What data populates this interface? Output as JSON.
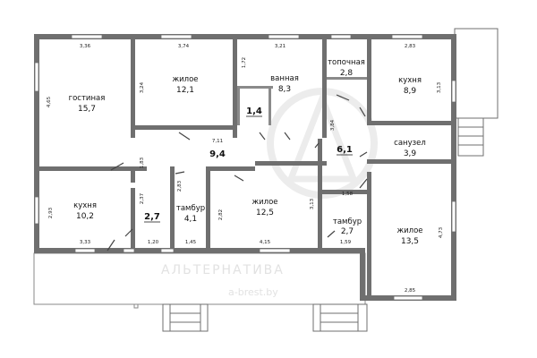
{
  "rooms": {
    "living": {
      "name": "гостиная",
      "area": "15,7"
    },
    "bed1": {
      "name": "жилое",
      "area": "12,1"
    },
    "bath": {
      "name": "ванная",
      "area": "8,3"
    },
    "closet": {
      "area": "1,4"
    },
    "furnace": {
      "name": "топочная",
      "area": "2,8"
    },
    "kitchen_r": {
      "name": "кухня",
      "area": "8,9"
    },
    "corridor": {
      "area": "9,4"
    },
    "hall": {
      "area": "6,1"
    },
    "wc": {
      "name": "санузел",
      "area": "3,9"
    },
    "kitchen_l": {
      "name": "кухня",
      "area": "10,2"
    },
    "small": {
      "area": "2,7"
    },
    "vest1": {
      "name": "тамбур",
      "area": "4,1"
    },
    "bed2": {
      "name": "жилое",
      "area": "12,5"
    },
    "vest2": {
      "name": "тамбур",
      "area": "2,7"
    },
    "bed3": {
      "name": "жилое",
      "area": "13,5"
    }
  },
  "dims": {
    "d336": "3,36",
    "d374": "3,74",
    "d321": "3,21",
    "d283t": "2,83",
    "d324": "3,24",
    "d172": "1,72",
    "d313r": "3,13",
    "d465": "4,65",
    "d711": "7,11",
    "d384": "3,84",
    "d183": "1,83",
    "d293": "2,93",
    "d237": "2,37",
    "d283v": "2,83",
    "d282": "2,82",
    "d313c": "3,13",
    "d158": "1,58",
    "d473": "4,73",
    "d333": "3,33",
    "d120": "1,20",
    "d145": "1,45",
    "d415": "4,15",
    "d159": "1,59",
    "d285": "2,85"
  },
  "watermark": {
    "main": "АЛЬТЕРНАТИВА",
    "sub": "a-brest.by"
  }
}
